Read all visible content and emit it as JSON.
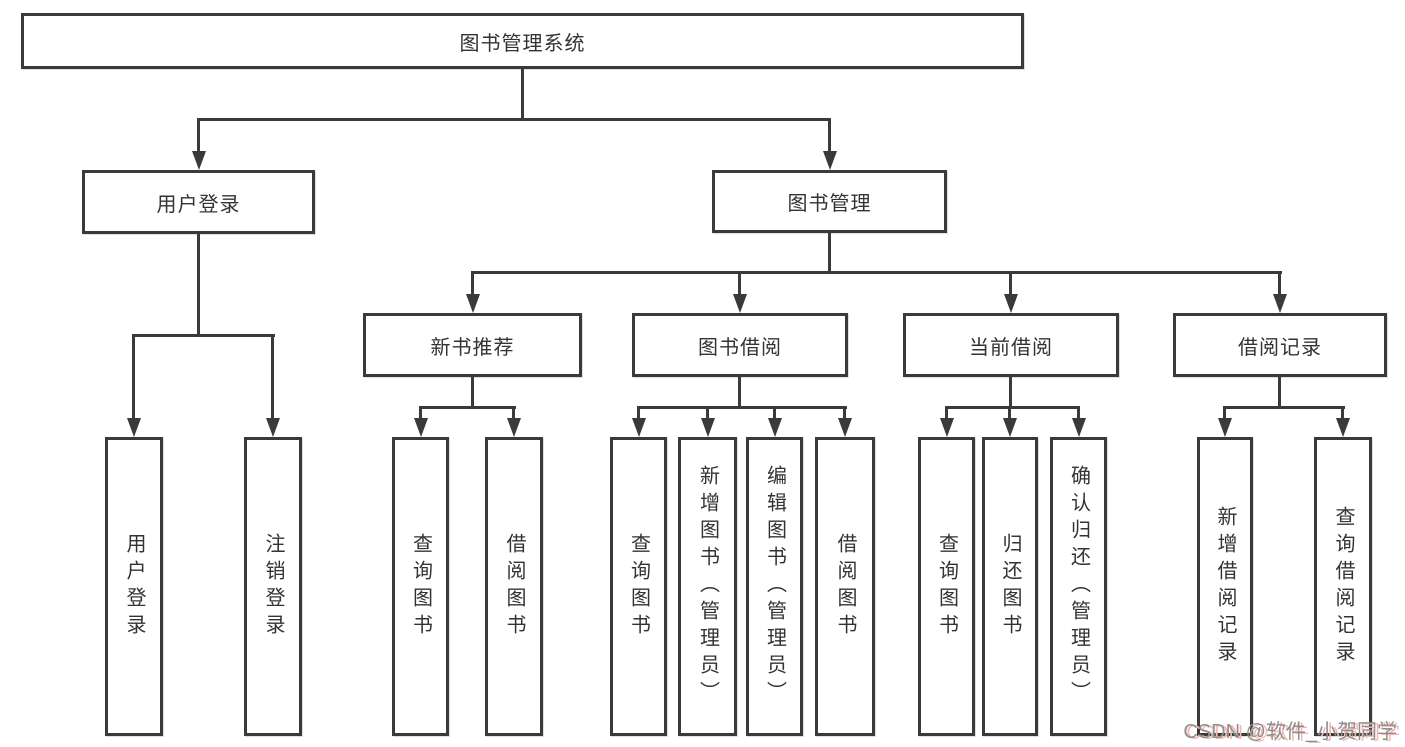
{
  "tree": {
    "root": {
      "label": "图书管理系统"
    },
    "branches": [
      {
        "label": "用户登录",
        "children": [
          {
            "label": "用户登录"
          },
          {
            "label": "注销登录"
          }
        ]
      },
      {
        "label": "图书管理",
        "sections": [
          {
            "label": "新书推荐",
            "children": [
              {
                "label": "查询图书"
              },
              {
                "label": "借阅图书"
              }
            ]
          },
          {
            "label": "图书借阅",
            "children": [
              {
                "label": "查询图书"
              },
              {
                "label": "新增图书（管理员）"
              },
              {
                "label": "编辑图书（管理员）"
              },
              {
                "label": "借阅图书"
              }
            ]
          },
          {
            "label": "当前借阅",
            "children": [
              {
                "label": "查询图书"
              },
              {
                "label": "归还图书"
              },
              {
                "label": "确认归还（管理员）"
              }
            ]
          },
          {
            "label": "借阅记录",
            "children": [
              {
                "label": "新增借阅记录"
              },
              {
                "label": "查询借阅记录"
              }
            ]
          }
        ]
      }
    ]
  },
  "watermark": {
    "text": "CSDN @软件_小贺同学"
  },
  "colors": {
    "line": "#3a3a3a",
    "text": "#333333",
    "background": "#ffffff",
    "watermark": "#8f8f8f",
    "watermark_shadow": "#f3b8b0"
  }
}
